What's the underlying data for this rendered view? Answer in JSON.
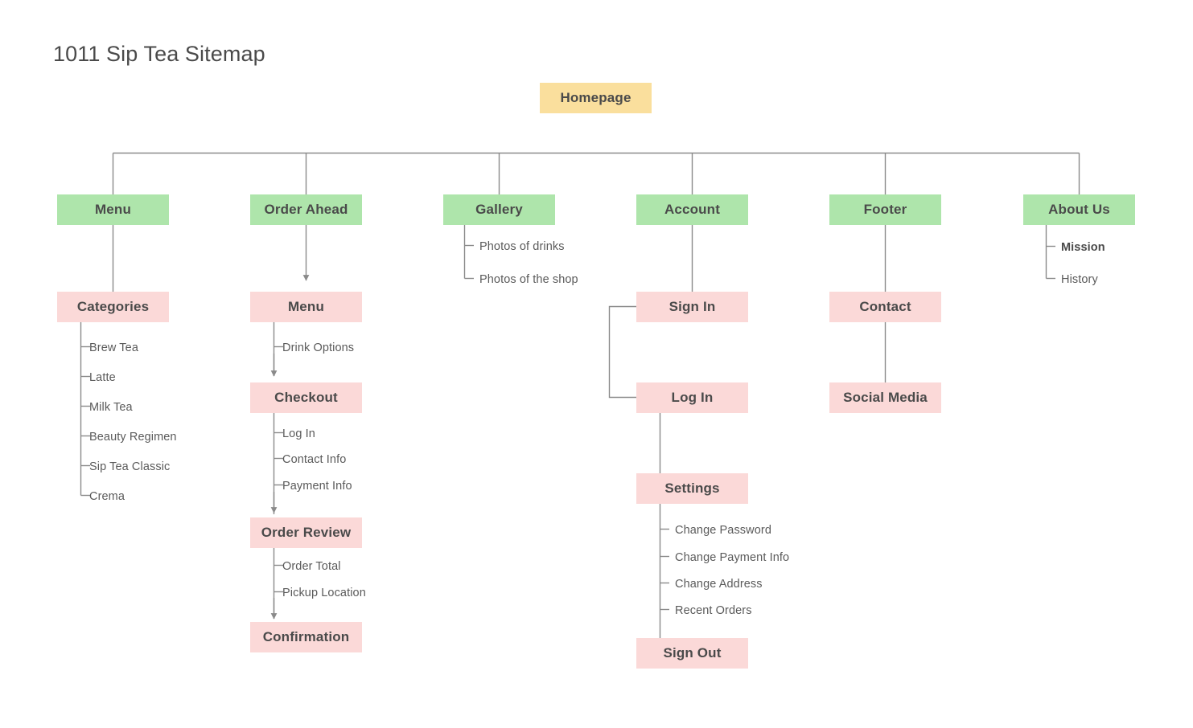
{
  "title": "1011 Sip Tea Sitemap",
  "colors": {
    "home_fill": "#fadf9d",
    "level1_fill": "#aee5ab",
    "level2_fill": "#fbd9d8",
    "line": "#8a8a8a",
    "text": "#4a4a4a",
    "leaf_text": "#5a5a5a",
    "background": "#ffffff"
  },
  "root": {
    "label": "Homepage"
  },
  "level1": [
    {
      "label": "Menu"
    },
    {
      "label": "Order Ahead"
    },
    {
      "label": "Gallery"
    },
    {
      "label": "Account"
    },
    {
      "label": "Footer"
    },
    {
      "label": "About Us"
    }
  ],
  "gallery_leaves": [
    {
      "label": "Photos of drinks",
      "bold": false
    },
    {
      "label": "Photos of the shop",
      "bold": false
    }
  ],
  "about_leaves": [
    {
      "label": "Mission",
      "bold": true
    },
    {
      "label": "History",
      "bold": false
    }
  ],
  "menu_branch": {
    "categories": {
      "label": "Categories"
    },
    "category_leaves": [
      {
        "label": "Brew Tea"
      },
      {
        "label": "Latte"
      },
      {
        "label": "Milk Tea"
      },
      {
        "label": "Beauty Regimen"
      },
      {
        "label": "Sip Tea Classic"
      },
      {
        "label": "Crema"
      }
    ]
  },
  "order_branch": {
    "menu": {
      "label": "Menu"
    },
    "menu_leaves": [
      {
        "label": "Drink Options"
      }
    ],
    "checkout": {
      "label": "Checkout"
    },
    "checkout_leaves": [
      {
        "label": "Log In"
      },
      {
        "label": "Contact Info"
      },
      {
        "label": "Payment Info"
      }
    ],
    "order_review": {
      "label": "Order Review"
    },
    "review_leaves": [
      {
        "label": "Order Total"
      },
      {
        "label": "Pickup Location"
      }
    ],
    "confirmation": {
      "label": "Confirmation"
    }
  },
  "account_branch": {
    "sign_in": {
      "label": "Sign In"
    },
    "log_in": {
      "label": "Log In"
    },
    "settings": {
      "label": "Settings"
    },
    "settings_leaves": [
      {
        "label": "Change Password"
      },
      {
        "label": "Change Payment Info"
      },
      {
        "label": "Change Address"
      },
      {
        "label": "Recent Orders"
      }
    ],
    "sign_out": {
      "label": "Sign Out"
    }
  },
  "footer_branch": {
    "contact": {
      "label": "Contact"
    },
    "social_media": {
      "label": "Social Media"
    }
  }
}
